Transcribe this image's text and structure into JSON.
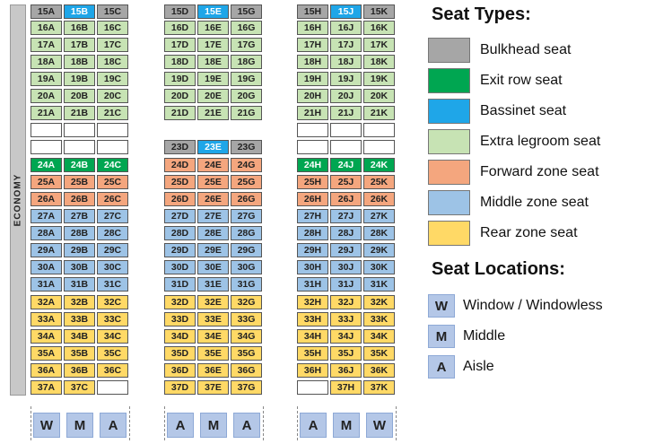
{
  "section_label": "ECONOMY",
  "blocks": [
    {
      "name": "left",
      "columns": [
        {
          "letter": "A",
          "cells": [
            [
              "15A",
              "bulkhead"
            ],
            [
              "16A",
              "extra"
            ],
            [
              "17A",
              "extra"
            ],
            [
              "18A",
              "extra"
            ],
            [
              "19A",
              "extra"
            ],
            [
              "20A",
              "extra"
            ],
            [
              "21A",
              "extra"
            ],
            [
              "",
              "empty"
            ],
            [
              "",
              "empty"
            ],
            [
              "24A",
              "exit"
            ],
            [
              "25A",
              "forward"
            ],
            [
              "26A",
              "forward"
            ],
            [
              "27A",
              "middle"
            ],
            [
              "28A",
              "middle"
            ],
            [
              "29A",
              "middle"
            ],
            [
              "30A",
              "middle"
            ],
            [
              "31A",
              "middle"
            ],
            [
              "32A",
              "rear"
            ],
            [
              "33A",
              "rear"
            ],
            [
              "34A",
              "rear"
            ],
            [
              "35A",
              "rear"
            ],
            [
              "36A",
              "rear"
            ],
            [
              "37A",
              "rear"
            ]
          ]
        },
        {
          "letter": "B",
          "cells": [
            [
              "15B",
              "bassinet"
            ],
            [
              "16B",
              "extra"
            ],
            [
              "17B",
              "extra"
            ],
            [
              "18B",
              "extra"
            ],
            [
              "19B",
              "extra"
            ],
            [
              "20B",
              "extra"
            ],
            [
              "21B",
              "extra"
            ],
            [
              "",
              "empty"
            ],
            [
              "",
              "empty"
            ],
            [
              "24B",
              "exit"
            ],
            [
              "25B",
              "forward"
            ],
            [
              "26B",
              "forward"
            ],
            [
              "27B",
              "middle"
            ],
            [
              "28B",
              "middle"
            ],
            [
              "29B",
              "middle"
            ],
            [
              "30B",
              "middle"
            ],
            [
              "31B",
              "middle"
            ],
            [
              "32B",
              "rear"
            ],
            [
              "33B",
              "rear"
            ],
            [
              "34B",
              "rear"
            ],
            [
              "35B",
              "rear"
            ],
            [
              "36B",
              "rear"
            ],
            [
              "37C",
              "rear"
            ]
          ]
        },
        {
          "letter": "C",
          "cells": [
            [
              "15C",
              "bulkhead"
            ],
            [
              "16C",
              "extra"
            ],
            [
              "17C",
              "extra"
            ],
            [
              "18C",
              "extra"
            ],
            [
              "19C",
              "extra"
            ],
            [
              "20C",
              "extra"
            ],
            [
              "21C",
              "extra"
            ],
            [
              "",
              "empty"
            ],
            [
              "",
              "empty"
            ],
            [
              "24C",
              "exit"
            ],
            [
              "25C",
              "forward"
            ],
            [
              "26C",
              "forward"
            ],
            [
              "27C",
              "middle"
            ],
            [
              "28C",
              "middle"
            ],
            [
              "29C",
              "middle"
            ],
            [
              "30C",
              "middle"
            ],
            [
              "31C",
              "middle"
            ],
            [
              "32C",
              "rear"
            ],
            [
              "33C",
              "rear"
            ],
            [
              "34C",
              "rear"
            ],
            [
              "35C",
              "rear"
            ],
            [
              "36C",
              "rear"
            ],
            [
              "",
              "empty"
            ]
          ]
        }
      ]
    },
    {
      "name": "center",
      "columns": [
        {
          "letter": "D",
          "cells": [
            [
              "15D",
              "bulkhead"
            ],
            [
              "16D",
              "extra"
            ],
            [
              "17D",
              "extra"
            ],
            [
              "18D",
              "extra"
            ],
            [
              "19D",
              "extra"
            ],
            [
              "20D",
              "extra"
            ],
            [
              "21D",
              "extra"
            ],
            [
              "",
              ""
            ],
            [
              "23D",
              "bulkhead"
            ],
            [
              "24D",
              "forward"
            ],
            [
              "25D",
              "forward"
            ],
            [
              "26D",
              "forward"
            ],
            [
              "27D",
              "middle"
            ],
            [
              "28D",
              "middle"
            ],
            [
              "29D",
              "middle"
            ],
            [
              "30D",
              "middle"
            ],
            [
              "31D",
              "middle"
            ],
            [
              "32D",
              "rear"
            ],
            [
              "33D",
              "rear"
            ],
            [
              "34D",
              "rear"
            ],
            [
              "35D",
              "rear"
            ],
            [
              "36D",
              "rear"
            ],
            [
              "37D",
              "rear"
            ]
          ]
        },
        {
          "letter": "E",
          "cells": [
            [
              "15E",
              "bassinet"
            ],
            [
              "16E",
              "extra"
            ],
            [
              "17E",
              "extra"
            ],
            [
              "18E",
              "extra"
            ],
            [
              "19E",
              "extra"
            ],
            [
              "20E",
              "extra"
            ],
            [
              "21E",
              "extra"
            ],
            [
              "",
              ""
            ],
            [
              "23E",
              "bassinet"
            ],
            [
              "24E",
              "forward"
            ],
            [
              "25E",
              "forward"
            ],
            [
              "26E",
              "forward"
            ],
            [
              "27E",
              "middle"
            ],
            [
              "28E",
              "middle"
            ],
            [
              "29E",
              "middle"
            ],
            [
              "30E",
              "middle"
            ],
            [
              "31E",
              "middle"
            ],
            [
              "32E",
              "rear"
            ],
            [
              "33E",
              "rear"
            ],
            [
              "34E",
              "rear"
            ],
            [
              "35E",
              "rear"
            ],
            [
              "36E",
              "rear"
            ],
            [
              "37E",
              "rear"
            ]
          ]
        },
        {
          "letter": "G",
          "cells": [
            [
              "15G",
              "bulkhead"
            ],
            [
              "16G",
              "extra"
            ],
            [
              "17G",
              "extra"
            ],
            [
              "18G",
              "extra"
            ],
            [
              "19G",
              "extra"
            ],
            [
              "20G",
              "extra"
            ],
            [
              "21G",
              "extra"
            ],
            [
              "",
              ""
            ],
            [
              "23G",
              "bulkhead"
            ],
            [
              "24G",
              "forward"
            ],
            [
              "25G",
              "forward"
            ],
            [
              "26G",
              "forward"
            ],
            [
              "27G",
              "middle"
            ],
            [
              "28G",
              "middle"
            ],
            [
              "29G",
              "middle"
            ],
            [
              "30G",
              "middle"
            ],
            [
              "31G",
              "middle"
            ],
            [
              "32G",
              "rear"
            ],
            [
              "33G",
              "rear"
            ],
            [
              "34G",
              "rear"
            ],
            [
              "35G",
              "rear"
            ],
            [
              "36G",
              "rear"
            ],
            [
              "37G",
              "rear"
            ]
          ]
        }
      ]
    },
    {
      "name": "right",
      "columns": [
        {
          "letter": "H",
          "cells": [
            [
              "15H",
              "bulkhead"
            ],
            [
              "16H",
              "extra"
            ],
            [
              "17H",
              "extra"
            ],
            [
              "18H",
              "extra"
            ],
            [
              "19H",
              "extra"
            ],
            [
              "20H",
              "extra"
            ],
            [
              "21H",
              "extra"
            ],
            [
              "",
              "empty"
            ],
            [
              "",
              "empty"
            ],
            [
              "24H",
              "exit"
            ],
            [
              "25H",
              "forward"
            ],
            [
              "26H",
              "forward"
            ],
            [
              "27H",
              "middle"
            ],
            [
              "28H",
              "middle"
            ],
            [
              "29H",
              "middle"
            ],
            [
              "30H",
              "middle"
            ],
            [
              "31H",
              "middle"
            ],
            [
              "32H",
              "rear"
            ],
            [
              "33H",
              "rear"
            ],
            [
              "34H",
              "rear"
            ],
            [
              "35H",
              "rear"
            ],
            [
              "36H",
              "rear"
            ],
            [
              "",
              "empty"
            ]
          ]
        },
        {
          "letter": "J",
          "cells": [
            [
              "15J",
              "bassinet"
            ],
            [
              "16J",
              "extra"
            ],
            [
              "17J",
              "extra"
            ],
            [
              "18J",
              "extra"
            ],
            [
              "19J",
              "extra"
            ],
            [
              "20J",
              "extra"
            ],
            [
              "21J",
              "extra"
            ],
            [
              "",
              "empty"
            ],
            [
              "",
              "empty"
            ],
            [
              "24J",
              "exit"
            ],
            [
              "25J",
              "forward"
            ],
            [
              "26J",
              "forward"
            ],
            [
              "27J",
              "middle"
            ],
            [
              "28J",
              "middle"
            ],
            [
              "29J",
              "middle"
            ],
            [
              "30J",
              "middle"
            ],
            [
              "31J",
              "middle"
            ],
            [
              "32J",
              "rear"
            ],
            [
              "33J",
              "rear"
            ],
            [
              "34J",
              "rear"
            ],
            [
              "35J",
              "rear"
            ],
            [
              "36J",
              "rear"
            ],
            [
              "37H",
              "rear"
            ]
          ]
        },
        {
          "letter": "K",
          "cells": [
            [
              "15K",
              "bulkhead"
            ],
            [
              "16K",
              "extra"
            ],
            [
              "17K",
              "extra"
            ],
            [
              "18K",
              "extra"
            ],
            [
              "19K",
              "extra"
            ],
            [
              "20K",
              "extra"
            ],
            [
              "21K",
              "extra"
            ],
            [
              "",
              "empty"
            ],
            [
              "",
              "empty"
            ],
            [
              "24K",
              "exit"
            ],
            [
              "25K",
              "forward"
            ],
            [
              "26K",
              "forward"
            ],
            [
              "27K",
              "middle"
            ],
            [
              "28K",
              "middle"
            ],
            [
              "29K",
              "middle"
            ],
            [
              "30K",
              "middle"
            ],
            [
              "31K",
              "middle"
            ],
            [
              "32K",
              "rear"
            ],
            [
              "33K",
              "rear"
            ],
            [
              "34K",
              "rear"
            ],
            [
              "35K",
              "rear"
            ],
            [
              "36K",
              "rear"
            ],
            [
              "37K",
              "rear"
            ]
          ]
        }
      ]
    }
  ],
  "column_locations": {
    "left": [
      "W",
      "M",
      "A"
    ],
    "center": [
      "A",
      "M",
      "A"
    ],
    "right": [
      "A",
      "M",
      "W"
    ]
  },
  "legend": {
    "seat_types_title": "Seat Types:",
    "seat_types": [
      {
        "label": "Bulkhead seat",
        "color": "#a6a6a6"
      },
      {
        "label": "Exit row seat",
        "color": "#00a651"
      },
      {
        "label": "Bassinet seat",
        "color": "#1fa6e8"
      },
      {
        "label": "Extra legroom seat",
        "color": "#c7e3b4"
      },
      {
        "label": "Forward zone seat",
        "color": "#f4a67e"
      },
      {
        "label": "Middle zone seat",
        "color": "#9dc3e6"
      },
      {
        "label": "Rear zone seat",
        "color": "#ffd966"
      }
    ],
    "seat_locations_title": "Seat Locations:",
    "seat_locations": [
      {
        "letter": "W",
        "label": "Window / Windowless"
      },
      {
        "letter": "M",
        "label": "Middle"
      },
      {
        "letter": "A",
        "label": "Aisle"
      }
    ]
  }
}
